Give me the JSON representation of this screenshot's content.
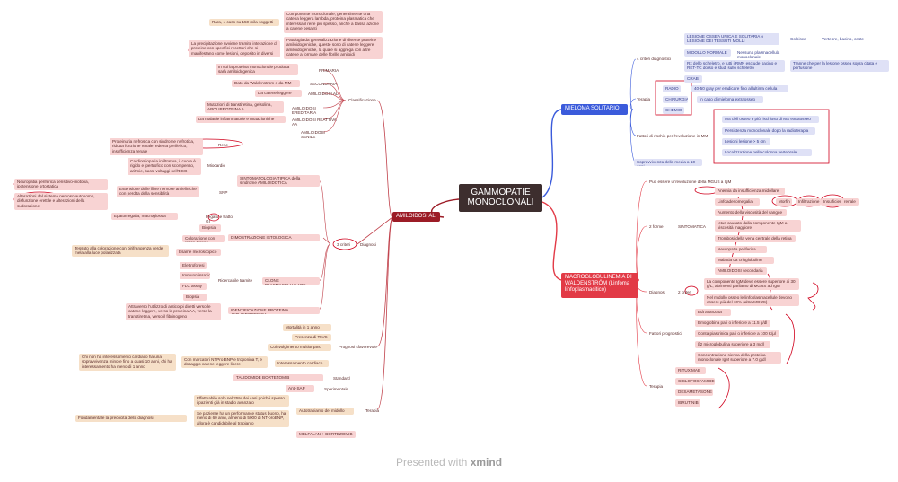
{
  "central": {
    "title": "GAMMOPATIE MONOCLONALI"
  },
  "branches": {
    "amiloidosi": "AMILOIDOSI AL",
    "mieloma": "MIELOMA SOLITARIO",
    "macro": "MACROGLOBULINEMIA DI WALDENSTRÖM (Linfoma linfoplasmacitico)"
  },
  "amiloidosi_nodes": {
    "classificazione": "Classificazione",
    "primaria": "PRIMARIA",
    "secondaria": "SECONDARIA",
    "ai_dialisi": "AMILOIDOSI AL",
    "ereditaria": "AMILOIDOSI EREDITARIA",
    "reattiva": "AMILOIDOSI REATTIVA AA",
    "senile": "AMILOIDOSI SENILE",
    "note_rare": "Rara, 1 caso su 150 mila soggetti",
    "note_componente": "Componente monoclonale, generalmente una catena leggera lambda, proteina plasmatica che interessa il rene più spesso, anche a bassa azione a catene pesanti",
    "note_patologia": "Patologia da generalizzazione di diverse proteine amiloidogeniche, queste sono di catene leggere amiloidogeniche, la quale si aggrega con altre catene a formare delle fibrille amiloidi",
    "note_precipitazione": "La precipitazione avviene tramite interazione di proteine con specifici recettori che si manifestano come lesioni, deposito in diversi organi",
    "note_primaria": "In cui la proteina monoclonale prodotta sarà amiloidogenica",
    "note_secondaria": "Dato da Waldenstrom o da MM",
    "note_dialisi": "Da catene leggere",
    "note_ereditaria": "Mutazioni di transtiretina, gelsolina, APOLIPROTEINA A",
    "note_reattiva": "Da malattie infiammatorie e mutazioniche",
    "diagnosi": "Diagnosi",
    "sintomatologia": "SINTOMATOLOGIA TIPICA della sindrome AMILOIDOTICA",
    "rene": "Rene",
    "miocardio": "Miocardio",
    "snp": "SNP",
    "fegato": "Fegato e tratto GI",
    "note_rene": "Proteinuria nefrosica con sindrome nefrotica, ridotta funzione renale, edema periferico, insufficienza renale",
    "note_miocardio": "Cardiomiopatia infiltrativa, il cuore è rigido e ipertrofico con scompenso, aritmie, bassi voltaggi nell'ECG",
    "note_snp": "Estensione delle fibre nervose amieliniche con perdita della sensibilità",
    "note_snp2": "Neuropatia periferica sensitivo-motoria, ipotensione ortostatica",
    "note_snp3": "Alterazioni del sistema nervoso autonomo, disfunzione erettile e alterazioni della sudorazione",
    "note_fegato": "Epatomegalia, macroglossia",
    "dimostrazione": "DIMOSTRAZIONE ISTOLOGICA DELL'AMILOIDE",
    "biopsia": "Biopsia",
    "colorazione": "Colorazione con rosso Congo",
    "birifrangenza": "Esame microscopico",
    "note_birifr": "Tessuto alla colorazione con birifrangenza verde mela alla luce polarizzata",
    "criteri": "3 criteri",
    "clone": "CLONE PLASMACELLULARE",
    "elettroforesi": "Elettroforesi",
    "immunofissazione": "Immunofissazione",
    "flc": "FLC assay",
    "biopsia2": "Biopsia",
    "ricercabile": "Ricercabile tramite",
    "identificazione": "IDENTIFICAZIONE PROTEINA AMILOIDOGENICA",
    "note_ident": "Attraverso l'utilizzo di anticorpi diretti verso le catene leggere, verso la proteina AA, verso la transtiretina, verso il fibrinogeno",
    "prognosi": "Prognosi sfavorevole",
    "mortalita": "Mortalità in 1 anno",
    "prev": "Presenza di TLVS",
    "coinvolgimento": "Coinvolgimento multiorgano",
    "interessamento": "Interessamento cardiaco",
    "note_interess": "Con marcatori NTPro BNP e troponina T, e dosaggio catene leggere libere",
    "note_sopravv": "Chi non ha interessamento cardiaco ha una sopravvivenza minore fino a quasi 10 anni, chi ha interessamento ha meno di 1 anno",
    "terapia": "Terapia",
    "standard": "Standard",
    "std_val": "TALIDOMIDE BORTEZOMIB DEXAMETASONE",
    "sperimentale": "Sperimentale",
    "sper_val": "Anti-SAP",
    "autotrapianto": "Autotrapianto del midollo",
    "note_auto1": "Effettuabile solo nel 25% dei casi poiché spesso i pazienti già in stadio avanzato",
    "note_auto2": "Se paziente ha un performance status buono, ha meno di 60 anni, almeno di 5000 di NT-proBNP, allora è candidabile al trapianto",
    "note_diagnosi": "Fondamentale la precocità della diagnosi",
    "melfalan": "MELFALAN + BORTEZOMIB"
  },
  "mieloma_nodes": {
    "criteri": "4 criteri diagnostici",
    "c1": "LESIONE OSSEA UNICA E SOLITARIA o LESIONE DEI TESSUTI MOLLI",
    "c1a": "Colpisce",
    "c1b": "Vertebre, bacino, coste",
    "c2": "MIDOLLO NORMALE",
    "c2b": "Nessuna plasmacellula monoclonale",
    "c3": "Rx dello scheletro, e tutti i RMN esclude bacino e RET-TC dorso e studi sullo scheletro",
    "c3b": "Tranne che per la lesione ossea sopra citata e perfusione",
    "c4": "CRAB",
    "terapia": "Terapia",
    "radio": "RADIO",
    "radio_val": "40-50 gray per eradicare fino all'ultima cellula",
    "chir": "CHIRURGIA",
    "chir_val": "In caso di mieloma extraosseo",
    "chemio": "CHEMIO",
    "fattori": "Fattori di rischio per l'evoluzione in MM",
    "f1": "MS dell'osseo e più rischioso di MS extraosseo",
    "f2": "Persistenza monoclonale dopo la radioterapia",
    "f3": "Lesioni lesione > 5 cm",
    "f4": "Localizzazione nella colonna vertebrale",
    "sopravv": "Sopravvivenza della media ≥ 10 anni"
  },
  "macro_nodes": {
    "evol": "Può essere un'evoluzione della MGUS a IgM",
    "forme": "2 forme",
    "sint": "SINTOMATICA",
    "s1": "Anemia da insufficienza midollare",
    "s2": "Linfoadenomegalia",
    "s2b": "Morfin",
    "s2c": "Infiltrazione",
    "s2d": "Insufficienza",
    "s2e": "renale",
    "s3": "Aumento della viscosità del sangue",
    "s4": "Ictus causato dalla componente IgM a viscosità maggiore",
    "s5": "Trombosi della vena centrale della retina",
    "s6": "Neuropatia periferica",
    "s7": "Malattia da crioglobuline",
    "s8": "AMILOIDOSI secondaria",
    "diagnosi": "Diagnosi",
    "criteri": "2 criteri",
    "d1": "La componente IgM deve essere superiore ai 30 g/L, altrimenti parliamo di MGUS ad IgM",
    "d2": "Nel midollo osseo le linfoplasmacellule devono essere più del 10% (altra MGUS)",
    "fattori": "Fattori prognostici",
    "p1": "Età avanzata",
    "p2": "Emoglobina pari o inferiore a 11.5 g/dl",
    "p3": "Conta piastrinica pari o inferiore a 100 K/μl",
    "p4": "β2 microglobulina superiore a 3 mg/l",
    "p5": "Concentrazione sierica della proteina monoclonale IgM superiore a 7.0 g/dl",
    "terapia": "Terapia",
    "t1": "RITUXIMAB",
    "t2": "CICLOFOSFAMIDE",
    "t3": "DESAMETASONE",
    "t4": "IBRUTINIB"
  },
  "footer": {
    "prefix": "Presented with ",
    "brand": "xmind"
  },
  "colors": {
    "amiloidosi": "#e23a46",
    "mieloma": "#3b5bdb",
    "macro": "#e23a46",
    "root": "#3d2e2e",
    "ink": "#d0001c"
  }
}
